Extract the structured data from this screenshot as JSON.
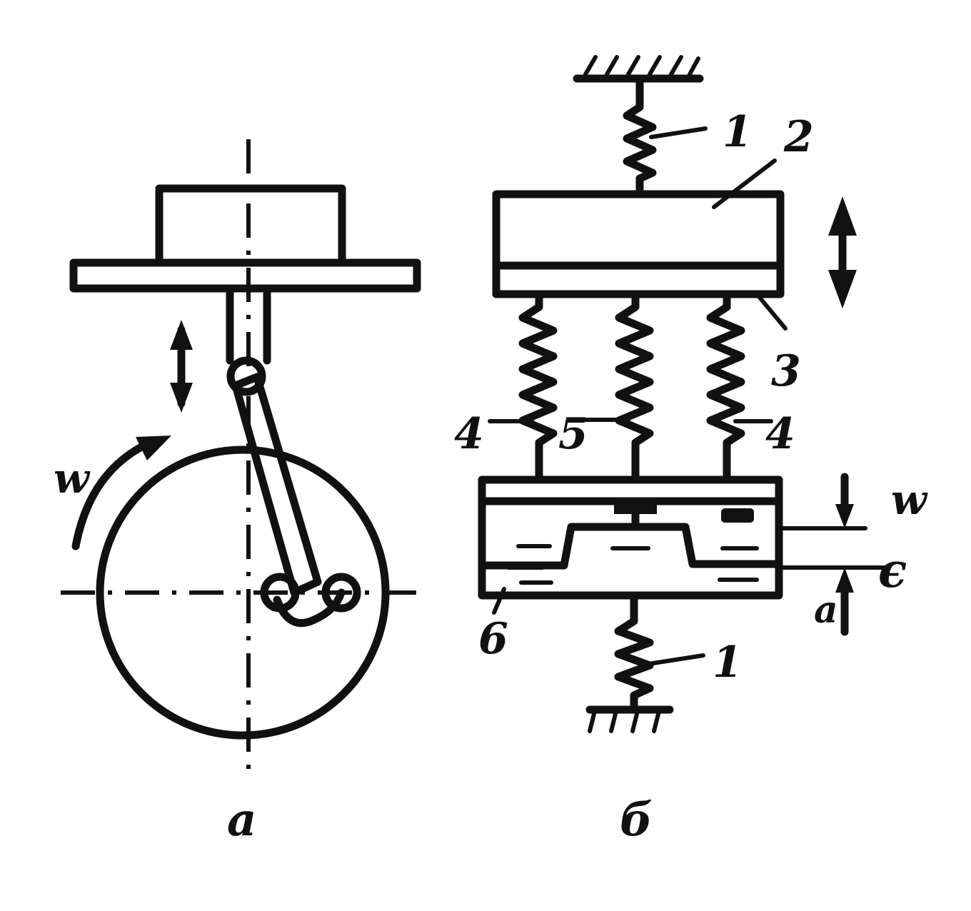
{
  "figure": {
    "part_a": {
      "label": "а",
      "omega_label": "w"
    },
    "part_b": {
      "label": "б",
      "omega_label": "w",
      "epsilon_label": "є",
      "a_label": "a",
      "callouts": {
        "spring_top": "1",
        "table": "2",
        "plate": "3",
        "spring_left": "4",
        "spring_center": "5",
        "spring_right": "4",
        "base": "6",
        "spring_bottom": "1"
      }
    }
  }
}
